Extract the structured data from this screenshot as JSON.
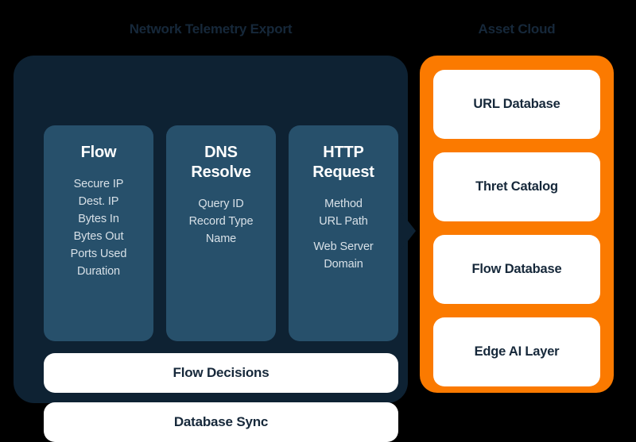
{
  "colors": {
    "background": "#000000",
    "dark_panel": "#0e2233",
    "inner_card": "#27506b",
    "orange_panel": "#fb7a00",
    "card_white": "#ffffff",
    "title_text": "#16283a",
    "body_text": "#d7e0e7"
  },
  "left": {
    "title": "Network Telemetry Export",
    "columns": [
      {
        "title": "Flow",
        "items": [
          "Secure IP",
          "Dest. IP",
          "Bytes In",
          "Bytes Out",
          "Ports Used",
          "Duration"
        ]
      },
      {
        "title": "DNS Resolve",
        "title_line1": "DNS",
        "title_line2": "Resolve",
        "items": [
          "Query ID",
          "Record Type",
          "Name"
        ]
      },
      {
        "title": "HTTP Request",
        "title_line1": "HTTP",
        "title_line2": "Request",
        "items": [
          "Method",
          "URL Path",
          "Web Server Domain"
        ],
        "items_display": [
          "Method",
          "URL Path",
          "Web Server",
          "Domain"
        ]
      }
    ],
    "bars": [
      {
        "label": "Flow Decisions"
      },
      {
        "label": "Database Sync"
      }
    ],
    "connector": "arrow-right"
  },
  "right": {
    "title": "Asset Cloud",
    "cards": [
      {
        "label": "URL Database"
      },
      {
        "label": "Thret Catalog"
      },
      {
        "label": "Flow Database"
      },
      {
        "label": "Edge AI Layer"
      }
    ]
  }
}
